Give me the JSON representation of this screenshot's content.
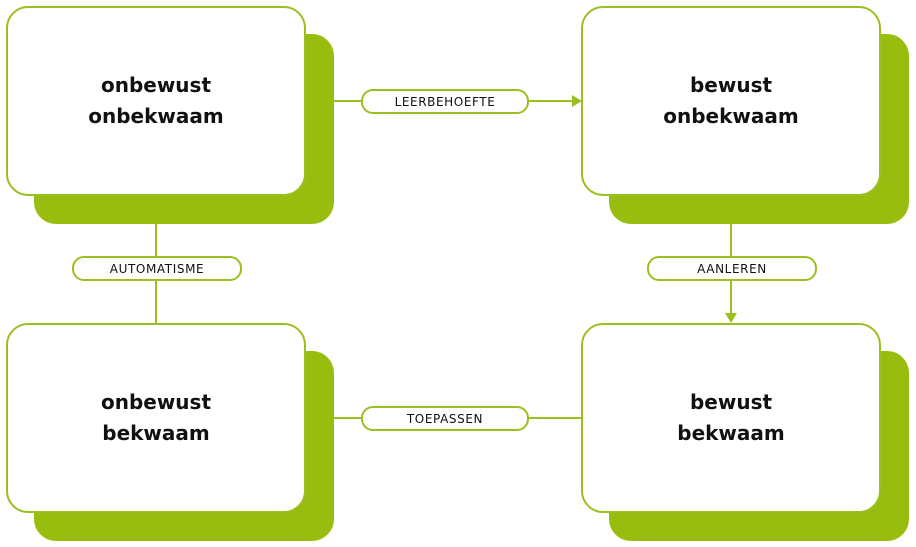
{
  "colors": {
    "accent": "#99bd0f",
    "outline": "#9ac020",
    "text": "#111111",
    "background": "#ffffff"
  },
  "nodes": {
    "unconscious_incompetent": {
      "line1": "onbewust",
      "line2": "onbekwaam"
    },
    "conscious_incompetent": {
      "line1": "bewust",
      "line2": "onbekwaam"
    },
    "unconscious_competent": {
      "line1": "onbewust",
      "line2": "bekwaam"
    },
    "conscious_competent": {
      "line1": "bewust",
      "line2": "bekwaam"
    }
  },
  "transitions": {
    "learning_need": "LEERBEHOEFTE",
    "acquire": "AANLEREN",
    "apply": "TOEPASSEN",
    "automatism": "AUTOMATISME"
  }
}
